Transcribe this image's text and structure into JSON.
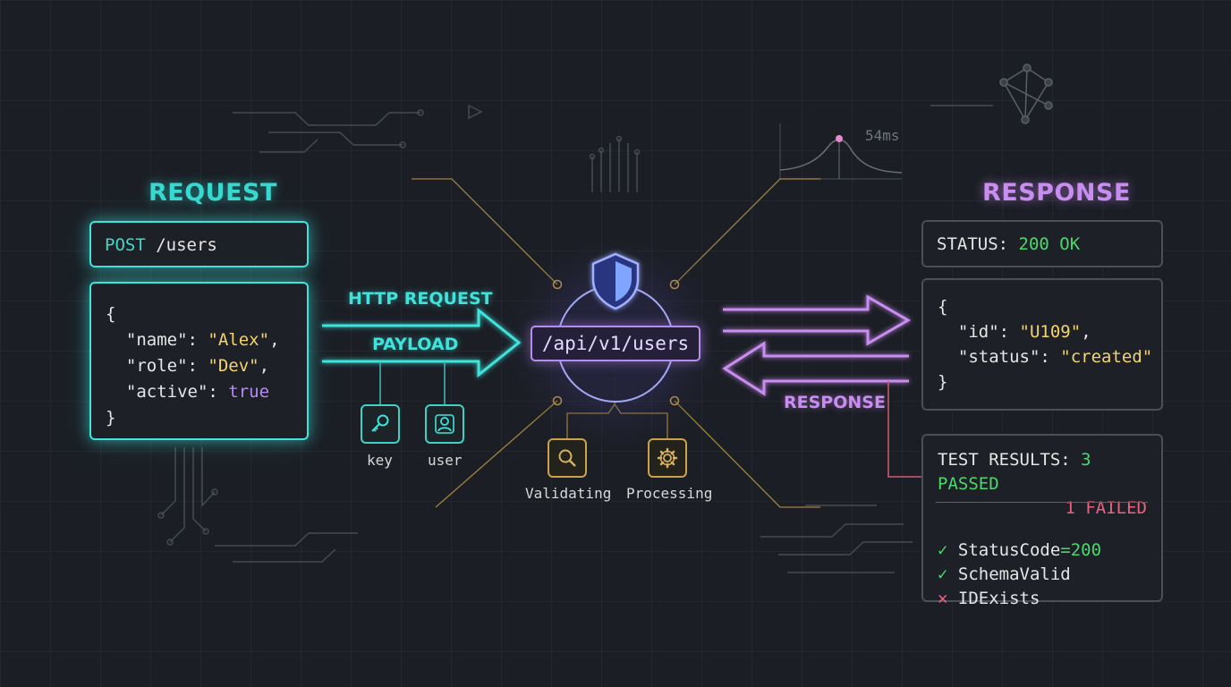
{
  "request": {
    "title": "REQUEST",
    "method": "POST",
    "path": "/users",
    "body": {
      "open": "{",
      "name_key": "\"name\"",
      "name_value": "\"Alex\"",
      "role_key": "\"role\"",
      "role_value": "\"Dev\"",
      "active_key": "\"active\"",
      "active_value": "true",
      "close": "}"
    }
  },
  "flow": {
    "http_request_label": "HTTP REQUEST",
    "payload_label": "PAYLOAD",
    "response_label": "RESPONSE",
    "key_label": "key",
    "user_label": "user"
  },
  "server": {
    "endpoint": "/api/v1/users",
    "validating_label": "Validating",
    "processing_label": "Processing",
    "latency": "54ms"
  },
  "response": {
    "title": "RESPONSE",
    "status_label": "STATUS:",
    "status_value": "200 OK",
    "body": {
      "open": "{",
      "id_key": "\"id\"",
      "id_value": "\"U109\"",
      "status_key": "\"status\"",
      "status_value": "\"created\"",
      "close": "}"
    },
    "tests": {
      "label": "TEST RESULTS:",
      "passed": "3 PASSED",
      "failed": "1 FAILED",
      "items": [
        {
          "name": "StatusCode",
          "suffix": "=200",
          "result": "pass"
        },
        {
          "name": "SchemaValid",
          "suffix": "",
          "result": "pass"
        },
        {
          "name": "IDExists",
          "suffix": "",
          "result": "fail"
        }
      ]
    }
  },
  "colors": {
    "request_accent": "#3fe3db",
    "response_accent": "#c98cf0",
    "server_accent": "#b98df0",
    "pass": "#4ed66e",
    "fail": "#e8647c",
    "string": "#f3d36b",
    "connector": "#c9a24a"
  },
  "icons": {
    "key": "key-icon",
    "user": "user-icon",
    "validate": "magnifier-icon",
    "process": "gear-icon",
    "shield": "shield-icon",
    "network": "network-icon",
    "pass": "check-icon",
    "fail": "cross-icon"
  }
}
